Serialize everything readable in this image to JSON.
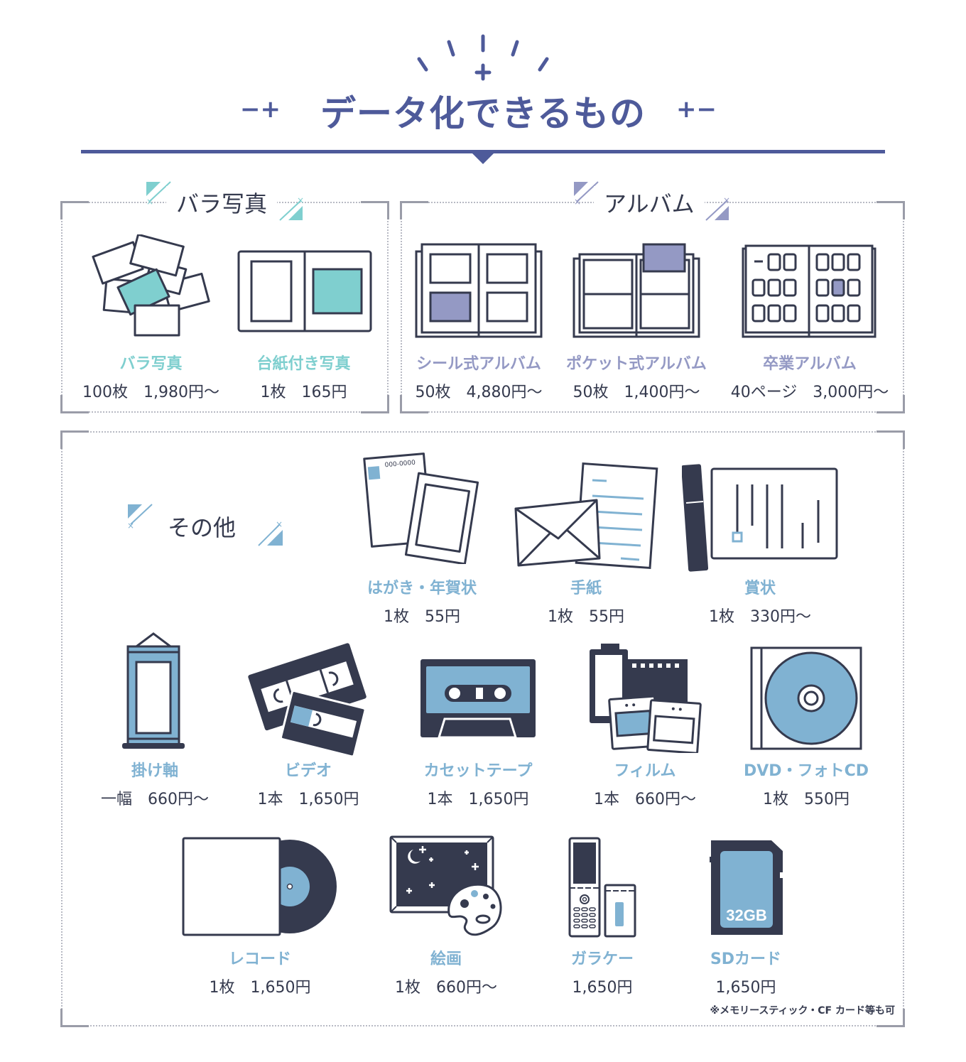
{
  "header": {
    "title": "データ化できるもの",
    "left_deco": "−+",
    "right_deco": "+−"
  },
  "colors": {
    "title": "#4e5a9a",
    "outline": "#353a4e",
    "teal": "#7fcfcf",
    "purple": "#9499c4",
    "blue": "#80b2d2",
    "frame": "#9a9ca8"
  },
  "sections": {
    "loose_photos": {
      "title": "バラ写真",
      "items": [
        {
          "name": "バラ写真",
          "price": "100枚　1,980円〜",
          "icon": "scattered-photos-icon"
        },
        {
          "name": "台紙付き写真",
          "price": "1枚　165円",
          "icon": "mounted-photo-icon"
        }
      ]
    },
    "albums": {
      "title": "アルバム",
      "items": [
        {
          "name": "シール式アルバム",
          "price": "50枚　4,880円〜",
          "icon": "sticker-album-icon"
        },
        {
          "name": "ポケット式アルバム",
          "price": "50枚　1,400円〜",
          "icon": "pocket-album-icon"
        },
        {
          "name": "卒業アルバム",
          "price": "40ページ　3,000円〜",
          "icon": "yearbook-icon"
        }
      ]
    },
    "others": {
      "title": "その他",
      "items": [
        {
          "name": "はがき・年賀状",
          "price": "1枚　55円",
          "icon": "postcard-icon"
        },
        {
          "name": "手紙",
          "price": "1枚　55円",
          "icon": "letter-icon"
        },
        {
          "name": "賞状",
          "price": "1枚　330円〜",
          "icon": "certificate-icon"
        },
        {
          "name": "掛け軸",
          "price": "一幅　660円〜",
          "icon": "hanging-scroll-icon"
        },
        {
          "name": "ビデオ",
          "price": "1本　1,650円",
          "icon": "vhs-tape-icon"
        },
        {
          "name": "カセットテープ",
          "price": "1本　1,650円",
          "icon": "cassette-tape-icon"
        },
        {
          "name": "フィルム",
          "price": "1本　660円〜",
          "icon": "film-icon"
        },
        {
          "name": "DVD・フォトCD",
          "price": "1枚　550円",
          "icon": "disc-icon"
        },
        {
          "name": "レコード",
          "price": "1枚　1,650円",
          "icon": "vinyl-record-icon"
        },
        {
          "name": "絵画",
          "price": "1枚　660円〜",
          "icon": "painting-icon"
        },
        {
          "name": "ガラケー",
          "price": "1,650円",
          "icon": "flip-phone-icon"
        },
        {
          "name": "SDカード",
          "price": "1,650円",
          "icon": "sd-card-icon"
        }
      ],
      "sd_label": "32GB",
      "postcard_code": "000-0000",
      "note": "※メモリースティック・CF カード等も可"
    }
  }
}
